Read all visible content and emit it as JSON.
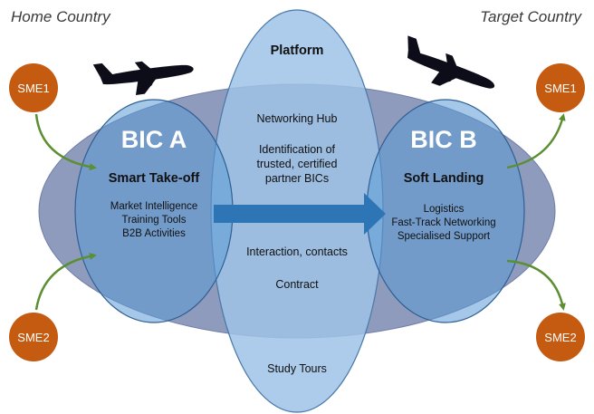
{
  "header": {
    "home_country": "Home Country",
    "target_country": "Target Country"
  },
  "platform": {
    "title": "Platform",
    "networking_hub": "Networking Hub",
    "identification": [
      "Identification of",
      "trusted, certified",
      "partner BICs"
    ],
    "interaction": "Interaction, contacts",
    "contract": "Contract",
    "study_tours": "Study Tours"
  },
  "bic_a": {
    "name": "BIC A",
    "heading": "Smart Take-off",
    "services": [
      "Market Intelligence",
      "Training Tools",
      "B2B Activities"
    ]
  },
  "bic_b": {
    "name": "BIC B",
    "heading": "Soft Landing",
    "services": [
      "Logistics",
      "Fast-Track Networking",
      "Specialised Support"
    ]
  },
  "smes": {
    "home_top": "SME1",
    "home_bottom": "SME2",
    "target_top": "SME1",
    "target_bottom": "SME2"
  },
  "icons": [
    "airplane-icon",
    "airplane-icon"
  ],
  "colors": {
    "outer_ellipse": "#8e9bbd",
    "circles": "#5b9bd5",
    "flow_arrow": "#2e75b6",
    "sme": "#c55a11",
    "curved_arrows": "#5b8f32"
  }
}
